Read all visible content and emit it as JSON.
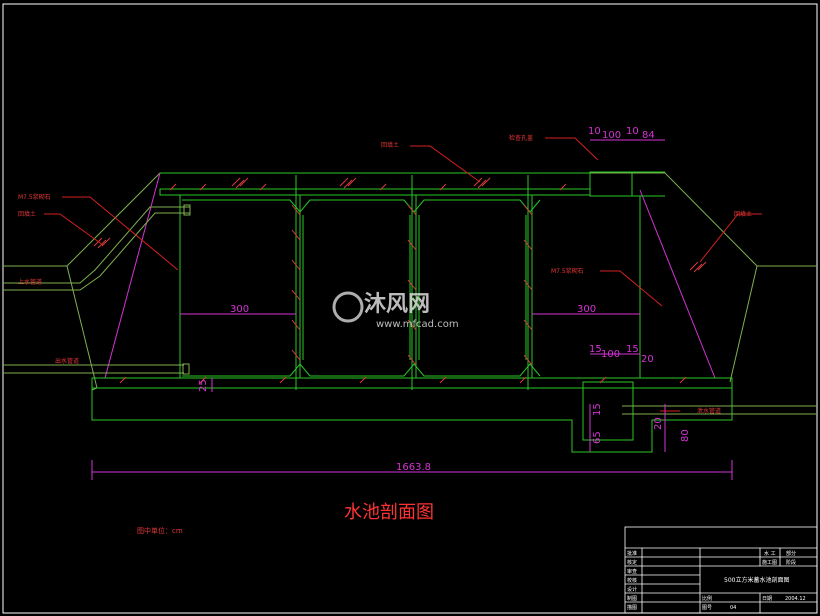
{
  "colors": {
    "background": "#000000",
    "frame": "#ffffff",
    "ground_line": "#7fb04f",
    "structure": "#28c828",
    "section_line": "#d633d6",
    "dimension": "#d633d6",
    "hatch": "#d83c3c",
    "leader": "#d62020",
    "title_red": "#ff3333",
    "label_red": "#e43838"
  },
  "labels": {
    "mortar_stone_left": "M7.5浆砌石",
    "backfill_left": "回填土",
    "inlet_pipe": "上水管道",
    "outlet_pipe": "出水管道",
    "backfill_top": "回填土",
    "inspection_hole": "检查孔盖",
    "backfill_right": "回填土",
    "mortar_stone_right": "M7.5浆砌石",
    "drain_pipe": "泄水管道"
  },
  "dimensions": {
    "top": [
      "10",
      "100",
      "10",
      "84"
    ],
    "span_left": "300",
    "span_right": "300",
    "bottom_opening": [
      "15",
      "100",
      "15",
      "20"
    ],
    "floor_thickness": "25",
    "sump_a": "15",
    "sump_b": "65",
    "pipe_a": "20",
    "pipe_b": "80",
    "total_length": "1663.8"
  },
  "drawing_title": "水池剖面图",
  "unit_note": "图中单位：cm",
  "watermark": {
    "brand": "沐风网",
    "url": "www.mfcad.com"
  },
  "title_block": {
    "left_rows": [
      "批准",
      "核定",
      "审查",
      "校核",
      "设计",
      "制图",
      "描图"
    ],
    "role_1": "水 工",
    "role_2": "部分",
    "role_3": "施工图",
    "role_4": "阶段",
    "drawing_name": "500立方米蓄水池剖面图",
    "scale_label": "比例",
    "date_label": "日期",
    "date_value": "2004.12",
    "sheet_label": "图号",
    "sheet_value": "04"
  }
}
